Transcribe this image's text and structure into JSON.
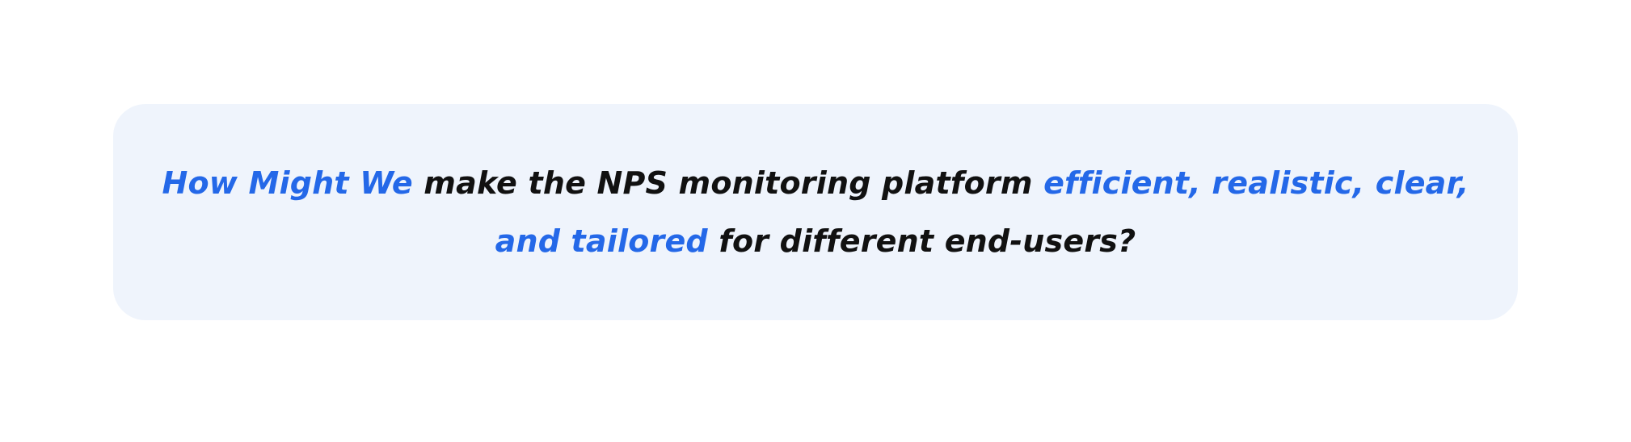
{
  "statement": {
    "lead": "How Might We",
    "middle": " make the NPS monitoring platform ",
    "emphasis": "efficient, realistic, clear, and tailored",
    "tail": " for different end-users?"
  },
  "colors": {
    "accent": "#2468e8",
    "text": "#111111",
    "card_background": "#eff4fc",
    "page_background": "#ffffff"
  }
}
